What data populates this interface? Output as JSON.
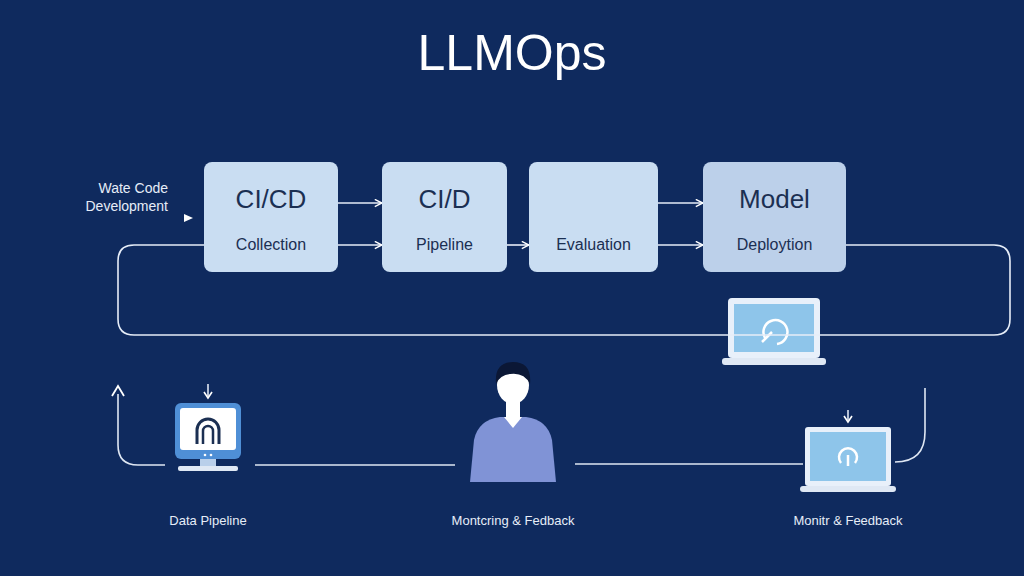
{
  "diagram": {
    "title": "LLMOps",
    "nodes": [
      {
        "text": [
          "CI/CD",
          "Collection"
        ]
      },
      {
        "text": [
          "CI/D",
          "Pipeline"
        ]
      },
      {
        "text": [
          "Evaluation"
        ]
      },
      {
        "text": [
          "Model",
          "Deploytion"
        ]
      }
    ],
    "edges": [
      {
        "from": 0,
        "to": 1,
        "arrow": "to"
      },
      {
        "from": 0,
        "to": 1,
        "arrow": "to"
      },
      {
        "from": 1,
        "to": 2,
        "arrow": "to"
      },
      {
        "from": 2,
        "to": 3,
        "arrow": "to"
      },
      {
        "from": 2,
        "to": 3,
        "arrow": "to"
      },
      {
        "from": 3,
        "to": 0,
        "arrow": "none"
      }
    ],
    "labels": [
      "Wate Code Development",
      "Data Pipeline",
      "Montcring & Fedback",
      "Monitr & Feedback"
    ]
  }
}
